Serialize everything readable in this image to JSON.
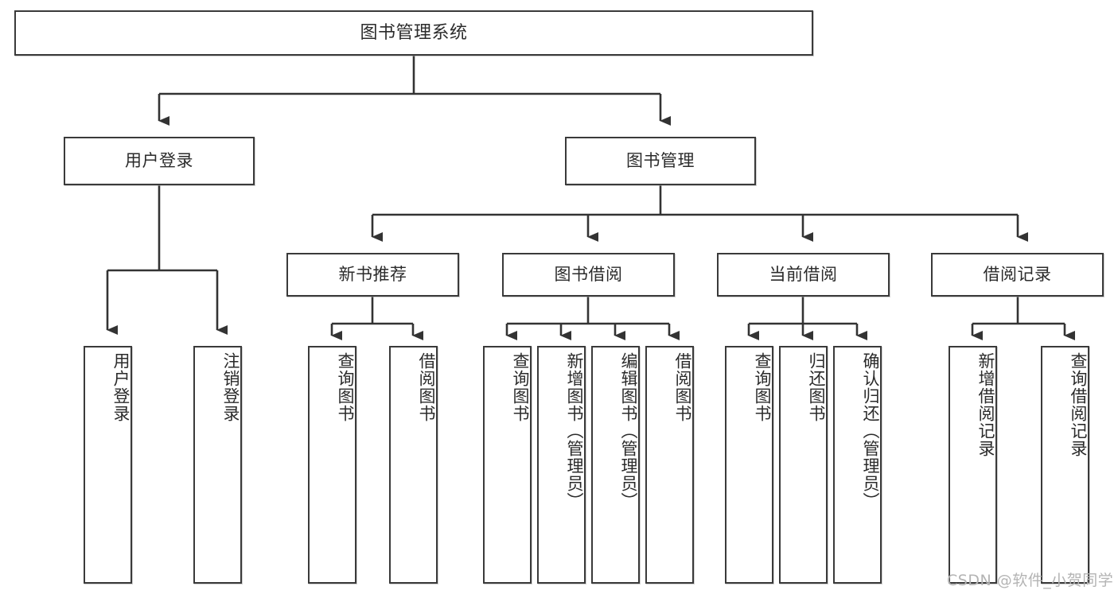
{
  "diagram": {
    "title": "图书管理系统",
    "type": "tree",
    "colors": {
      "box_border": "#3a3a3a",
      "box_fill": "#ffffff",
      "text": "#2b2b2b",
      "line": "#333333",
      "watermark": "#b4b4b4"
    },
    "nodes": {
      "root": {
        "label": "图书管理系统"
      },
      "level2": [
        {
          "id": "user-login",
          "label": "用户登录"
        },
        {
          "id": "book-manage",
          "label": "图书管理"
        }
      ],
      "level3": [
        {
          "id": "new-book-rec",
          "label": "新书推荐"
        },
        {
          "id": "book-borrow",
          "label": "图书借阅"
        },
        {
          "id": "current-borrow",
          "label": "当前借阅"
        },
        {
          "id": "borrow-record",
          "label": "借阅记录"
        }
      ],
      "leaves": {
        "user_login": [
          {
            "id": "leaf-user-login",
            "label": "用户登录"
          },
          {
            "id": "leaf-logout",
            "label": "注销登录"
          }
        ],
        "new_book_rec": [
          {
            "id": "leaf-query-book-1",
            "label": "查询图书"
          },
          {
            "id": "leaf-borrow-book-1",
            "label": "借阅图书"
          }
        ],
        "book_borrow": [
          {
            "id": "leaf-query-book-2",
            "label": "查询图书"
          },
          {
            "id": "leaf-add-book",
            "label": "新增图书（管理员）"
          },
          {
            "id": "leaf-edit-book",
            "label": "编辑图书（管理员）"
          },
          {
            "id": "leaf-borrow-book-2",
            "label": "借阅图书"
          }
        ],
        "current_borrow": [
          {
            "id": "leaf-query-book-3",
            "label": "查询图书"
          },
          {
            "id": "leaf-return-book",
            "label": "归还图书"
          },
          {
            "id": "leaf-confirm-return",
            "label": "确认归还（管理员）"
          }
        ],
        "borrow_record": [
          {
            "id": "leaf-add-record",
            "label": "新增借阅记录"
          },
          {
            "id": "leaf-query-record",
            "label": "查询借阅记录"
          }
        ]
      }
    },
    "watermark": "CSDN @软件_小贺同学"
  }
}
